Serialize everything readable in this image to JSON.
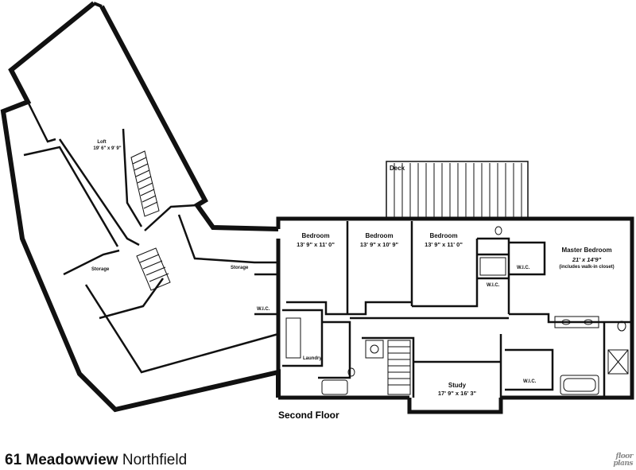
{
  "rooms": {
    "loft": {
      "name": "Loft",
      "dims": "19' 6\" x 9' 9\""
    },
    "deck": {
      "name": "Deck"
    },
    "bedroom1": {
      "name": "Bedroom",
      "dims": "13' 9\" x 11' 0\""
    },
    "bedroom2": {
      "name": "Bedroom",
      "dims": "13' 9\" x 10' 9\""
    },
    "bedroom3": {
      "name": "Bedroom",
      "dims": "13' 9\" x 11' 0\""
    },
    "master": {
      "name": "Master Bedroom",
      "dims": "21' x 14'9\"",
      "note": "(includes walk-in closet)"
    },
    "storage_left": {
      "name": "Storage"
    },
    "storage_right": {
      "name": "Storage"
    },
    "wic_left": {
      "name": "W.I.C."
    },
    "wic_bed3": {
      "name": "W.I.C."
    },
    "wic_master_top": {
      "name": "W.I.C."
    },
    "wic_master_bottom": {
      "name": "W.I.C."
    },
    "laundry": {
      "name": "Laundry"
    },
    "study": {
      "name": "Study",
      "dims": "17' 9\" x 16' 3\""
    }
  },
  "floor_label": "Second Floor",
  "caption": {
    "address": "61 Meadowview",
    "town": "Northfield"
  },
  "logo": {
    "line1": "floor",
    "line2": "plans"
  },
  "colors": {
    "wall": "#111111",
    "background": "#ffffff",
    "text": "#111111"
  }
}
